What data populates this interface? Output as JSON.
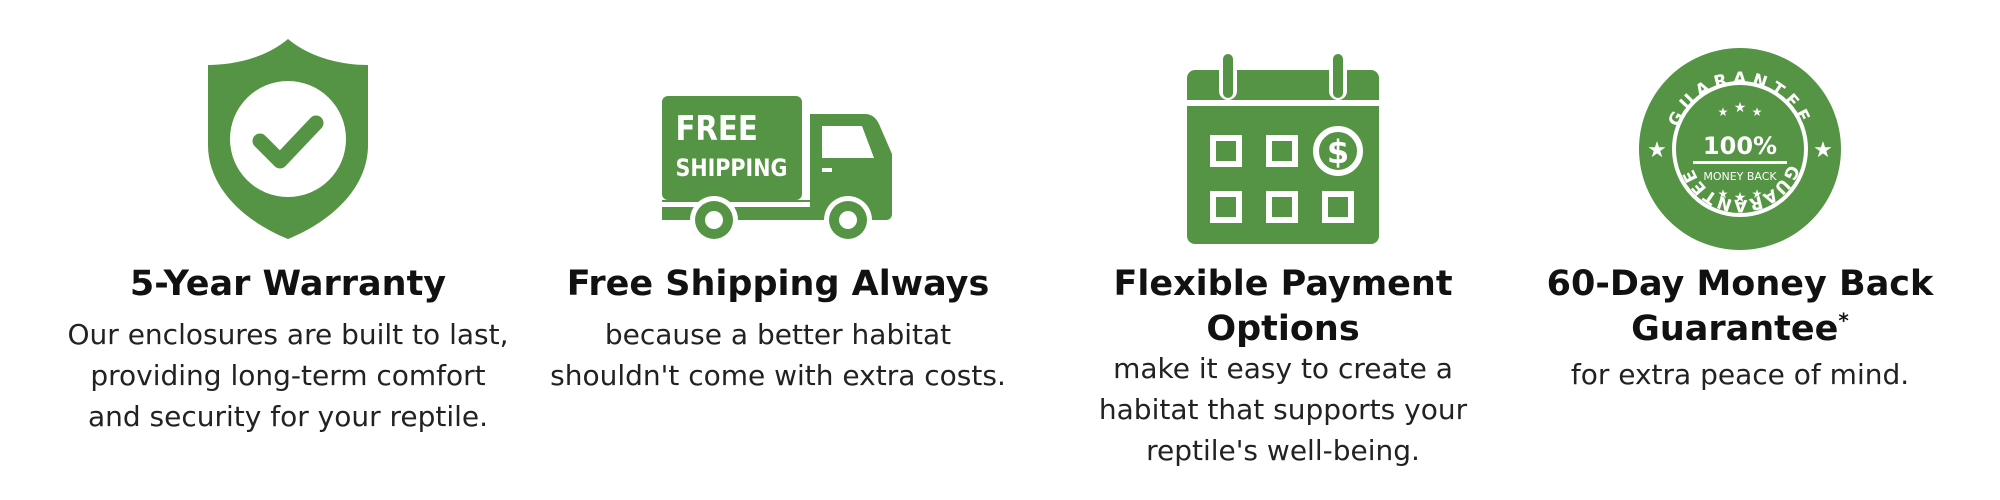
{
  "accent_color": "#559345",
  "features": [
    {
      "icon": "shield-check-icon",
      "title_lines": [
        "5-Year Warranty"
      ],
      "desc_lines": [
        "Our enclosures are built to last,",
        "providing long-term comfort",
        "and security for your reptile."
      ]
    },
    {
      "icon": "delivery-truck-icon",
      "truck_text": [
        "FREE",
        "SHIPPING"
      ],
      "title_lines": [
        "Free Shipping Always"
      ],
      "desc_lines": [
        "because a better habitat",
        "shouldn't come with extra costs."
      ]
    },
    {
      "icon": "calendar-dollar-icon",
      "title_lines": [
        "Flexible Payment",
        "Options"
      ],
      "desc_lines": [
        "make it easy to create a",
        "habitat that supports your",
        "reptile's well-being."
      ]
    },
    {
      "icon": "guarantee-seal-icon",
      "seal_text": {
        "ring": "GUARANTEE",
        "percent": "100%",
        "subtitle": "MONEY BACK"
      },
      "title_lines": [
        "60-Day Money Back",
        "Guarantee"
      ],
      "title_suffix": "*",
      "desc_lines": [
        "for extra peace of mind."
      ]
    }
  ]
}
